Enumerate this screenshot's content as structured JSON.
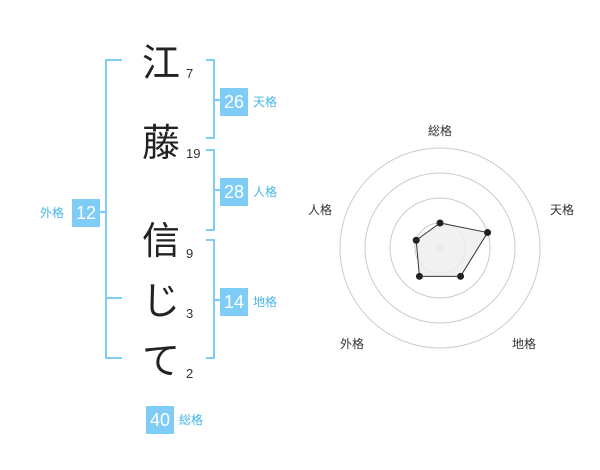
{
  "name": {
    "characters": [
      {
        "char": "江",
        "strokes": "7"
      },
      {
        "char": "藤",
        "strokes": "19"
      },
      {
        "char": "信",
        "strokes": "9"
      },
      {
        "char": "じ",
        "strokes": "3"
      },
      {
        "char": "て",
        "strokes": "2"
      }
    ]
  },
  "scores": {
    "tenkaku": {
      "value": "26",
      "label": "天格"
    },
    "jinkaku": {
      "value": "28",
      "label": "人格"
    },
    "chikaku": {
      "value": "14",
      "label": "地格"
    },
    "gaikaku": {
      "value": "12",
      "label": "外格"
    },
    "soukaku": {
      "value": "40",
      "label": "総格"
    }
  },
  "radar": {
    "labels": [
      "総格",
      "天格",
      "地格",
      "外格",
      "人格"
    ],
    "levels": 4,
    "values": [
      0.25,
      0.5,
      0.35,
      0.35,
      0.25
    ],
    "colors": {
      "fill": "#eeeeee",
      "line": "#333333",
      "grid": "#cccccc"
    }
  },
  "colors": {
    "accent": "#7fcdf6",
    "accent_text": "#46b5ea",
    "bracket": "#7fcdf6"
  }
}
